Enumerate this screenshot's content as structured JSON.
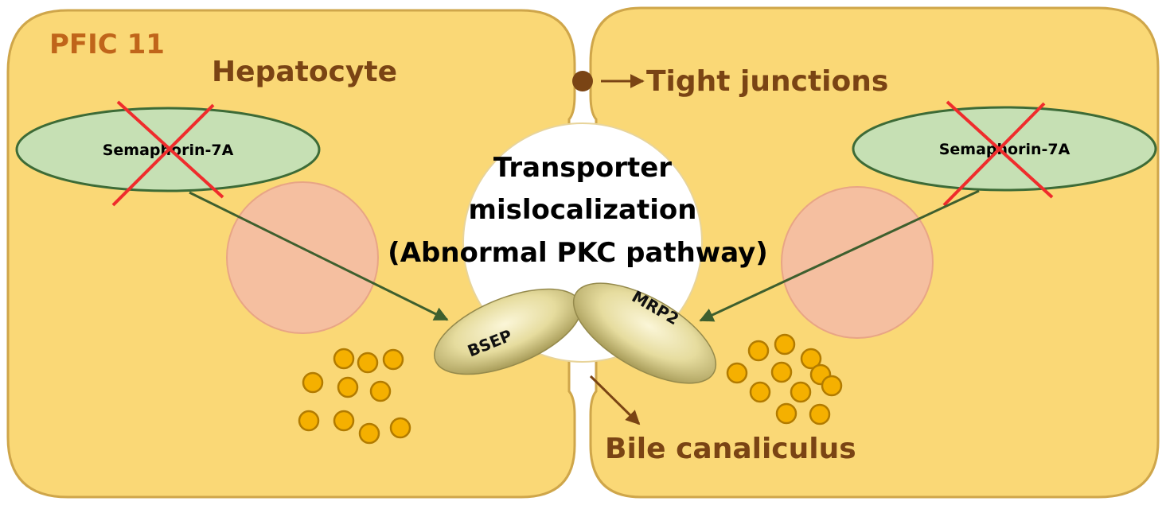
{
  "cell_label": "Hepatocyte",
  "disease_label": "PFIC 11",
  "left_cell": {
    "protein_label": "Semaphorin-7A",
    "knocked_out": true
  },
  "right_cell": {
    "protein_label": "Semaphorin-7A",
    "knocked_out": true
  },
  "tight_junction_label": "Tight junctions",
  "bile_label": "Bile canaliculus",
  "center_text": {
    "line1": "Transporter",
    "line2": "mislocalization",
    "line3": "(Abnormal PKC pathway)"
  },
  "transporters": {
    "left": "BSEP",
    "right": "MRP2"
  },
  "colors": {
    "cell_fill": "#fad876",
    "cell_stroke": "#cfa64a",
    "nucleus_fill": "#f5bfa0",
    "ellipse_fill": "#c6e0b4",
    "ellipse_stroke": "#3d6b37",
    "cross": "#ef2c2c",
    "arrow_green": "#3e5f2e",
    "brown": "#7a4414",
    "pfic": "#c0651a",
    "granule_fill": "#f5b000",
    "granule_stroke": "#b27b00"
  }
}
